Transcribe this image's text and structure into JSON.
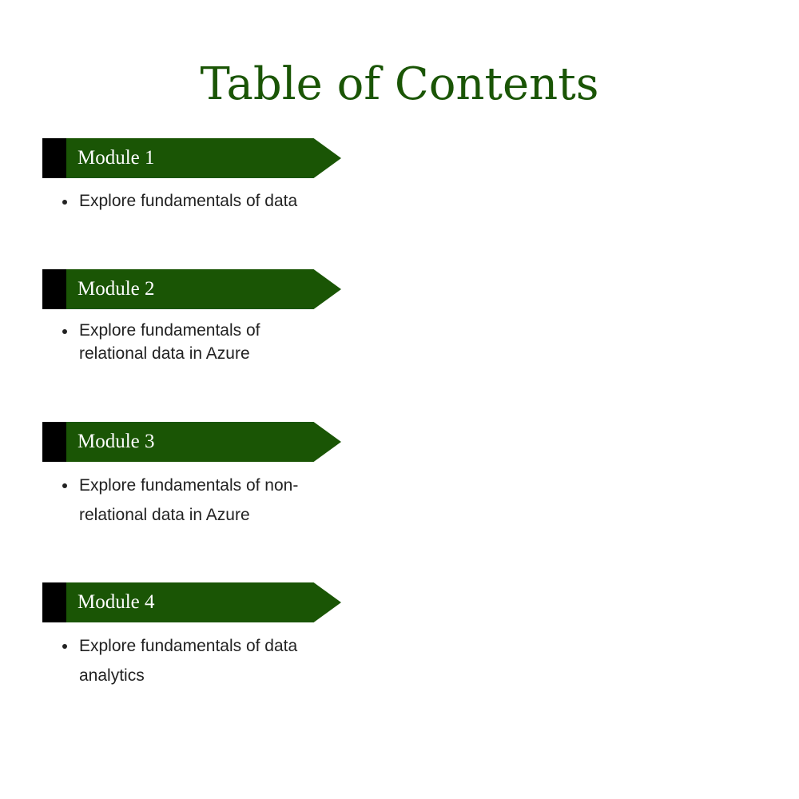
{
  "title": "Table of Contents",
  "modules": [
    {
      "label": "Module 1",
      "bullet": "Explore fundamentals of data"
    },
    {
      "label": "Module 2",
      "bullet": "Explore fundamentals of relational data in Azure"
    },
    {
      "label": "Module 3",
      "bullet": "Explore fundamentals of non-relational data in Azure"
    },
    {
      "label": "Module 4",
      "bullet": "Explore fundamentals of data analytics"
    }
  ],
  "colors": {
    "accent": "#1a5505",
    "marker": "#000000"
  }
}
